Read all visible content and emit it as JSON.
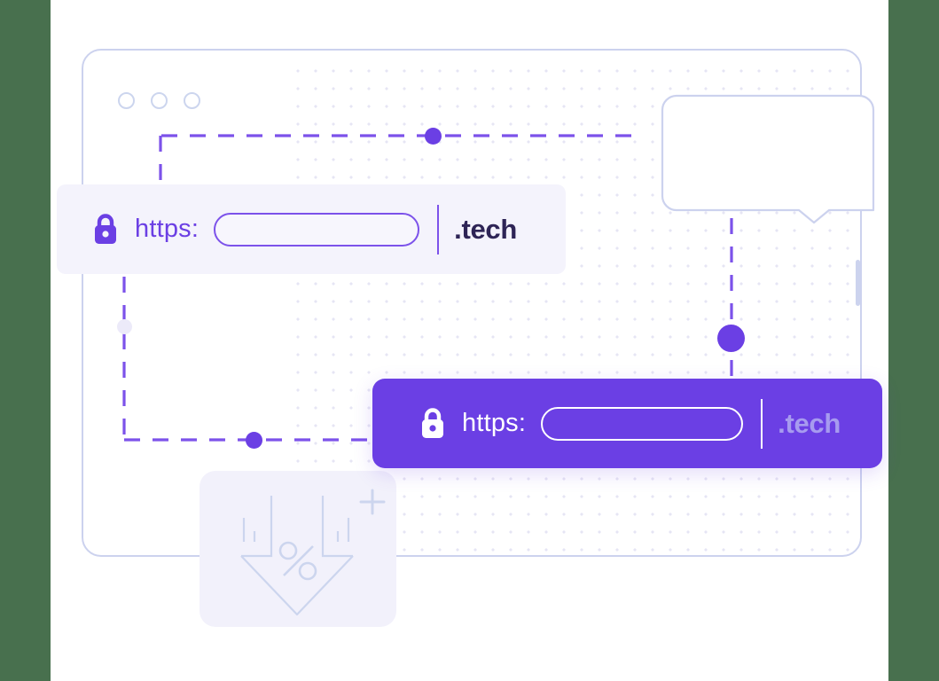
{
  "page": {
    "title": "Secure .tech domain browser illustration",
    "background_color": "#48704e",
    "canvas_color": "#ffffff"
  },
  "colors": {
    "brand_purple": "#6b3fe4",
    "light_panel": "#f4f3fc",
    "outline_lavender": "#ccd2ee",
    "dark_text": "#2e2456",
    "muted_tld": "#a79bef",
    "dot_grid": "#e6e5f4",
    "tile_bg": "#f2f1fb"
  },
  "browser_window": {
    "name": "browser-window",
    "traffic_lights": [
      {
        "name": "close-dot",
        "color": "#ccd5ee"
      },
      {
        "name": "minimize-dot",
        "color": "#ccd5ee"
      },
      {
        "name": "maximize-dot",
        "color": "#ccd5ee"
      }
    ],
    "scrollbar": {
      "label": "vertical-scrollbar-thumb",
      "color": "#ccd3ee"
    }
  },
  "speech_bubble": {
    "name": "speech-bubble",
    "content": "",
    "stroke": "#ccd2ee"
  },
  "address_bar_light": {
    "name": "address-bar-light",
    "lock_icon": "lock-icon",
    "scheme": "https:",
    "url_value": "",
    "url_placeholder": "",
    "tld": ".tech",
    "background": "#f4f3fc",
    "accent": "#6b3fe4"
  },
  "address_bar_purple": {
    "name": "address-bar-purple",
    "lock_icon": "lock-icon",
    "scheme": "https:",
    "url_value": "",
    "url_placeholder": "",
    "tld": ".tech",
    "background": "#6b3fe4",
    "accent": "#ffffff"
  },
  "percent_tile": {
    "name": "discount-download-tile",
    "symbol": "%",
    "plus": "+",
    "icon": "download-arrow-icon",
    "color": "#ccd5ee",
    "background": "#f2f1fb"
  },
  "connectors": {
    "name": "dashed-connector-path",
    "color": "#7c52ea",
    "nodes": [
      {
        "name": "node-top",
        "size": 19
      },
      {
        "name": "node-bottom",
        "size": 19
      },
      {
        "name": "node-large",
        "size": 31
      },
      {
        "name": "node-ghost",
        "size": 17
      }
    ]
  }
}
